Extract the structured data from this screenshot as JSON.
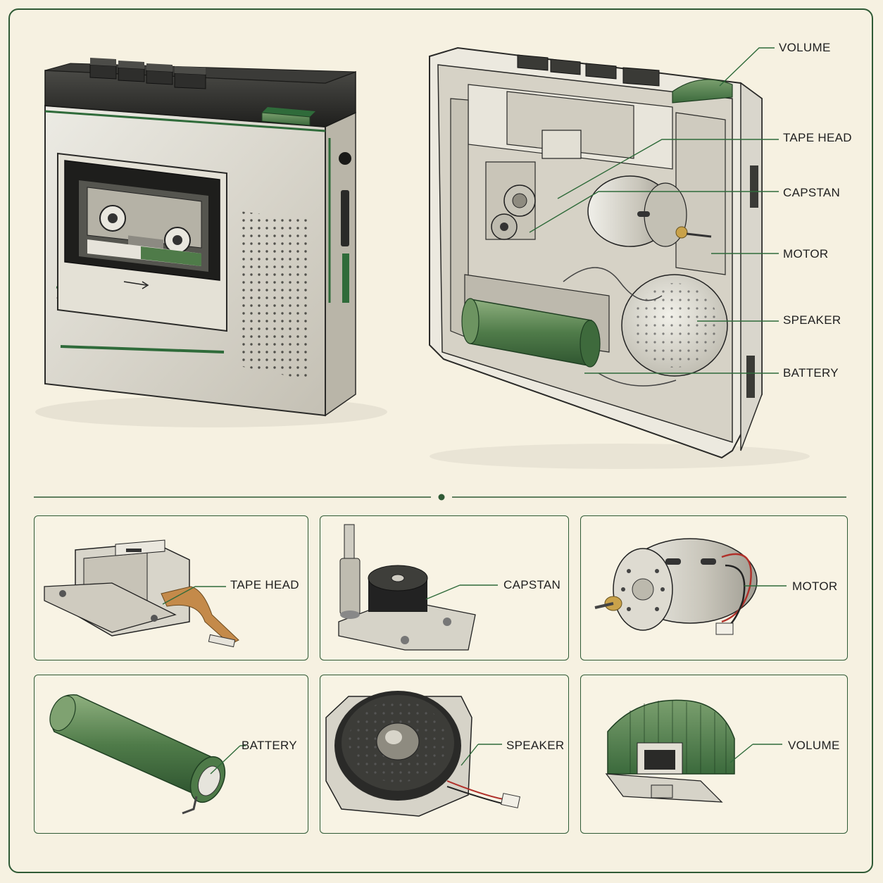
{
  "hero_labels": {
    "volume": "VOLUME",
    "tape_head": "TAPE HEAD",
    "capstan": "CAPSTAN",
    "motor": "MOTOR",
    "speaker": "SPEAKER",
    "battery": "BATTERY"
  },
  "panels": [
    {
      "id": "tape-head",
      "label": "TAPE HEAD"
    },
    {
      "id": "capstan",
      "label": "CAPSTAN"
    },
    {
      "id": "motor",
      "label": "MOTOR"
    },
    {
      "id": "battery",
      "label": "BATTERY"
    },
    {
      "id": "speaker",
      "label": "SPEAKER"
    },
    {
      "id": "volume",
      "label": "VOLUME"
    }
  ],
  "colors": {
    "accent_green": "#2f6b3a",
    "paper": "#f6f1e1",
    "device_silver": "#dcd8cc",
    "device_black": "#2a2a28"
  }
}
